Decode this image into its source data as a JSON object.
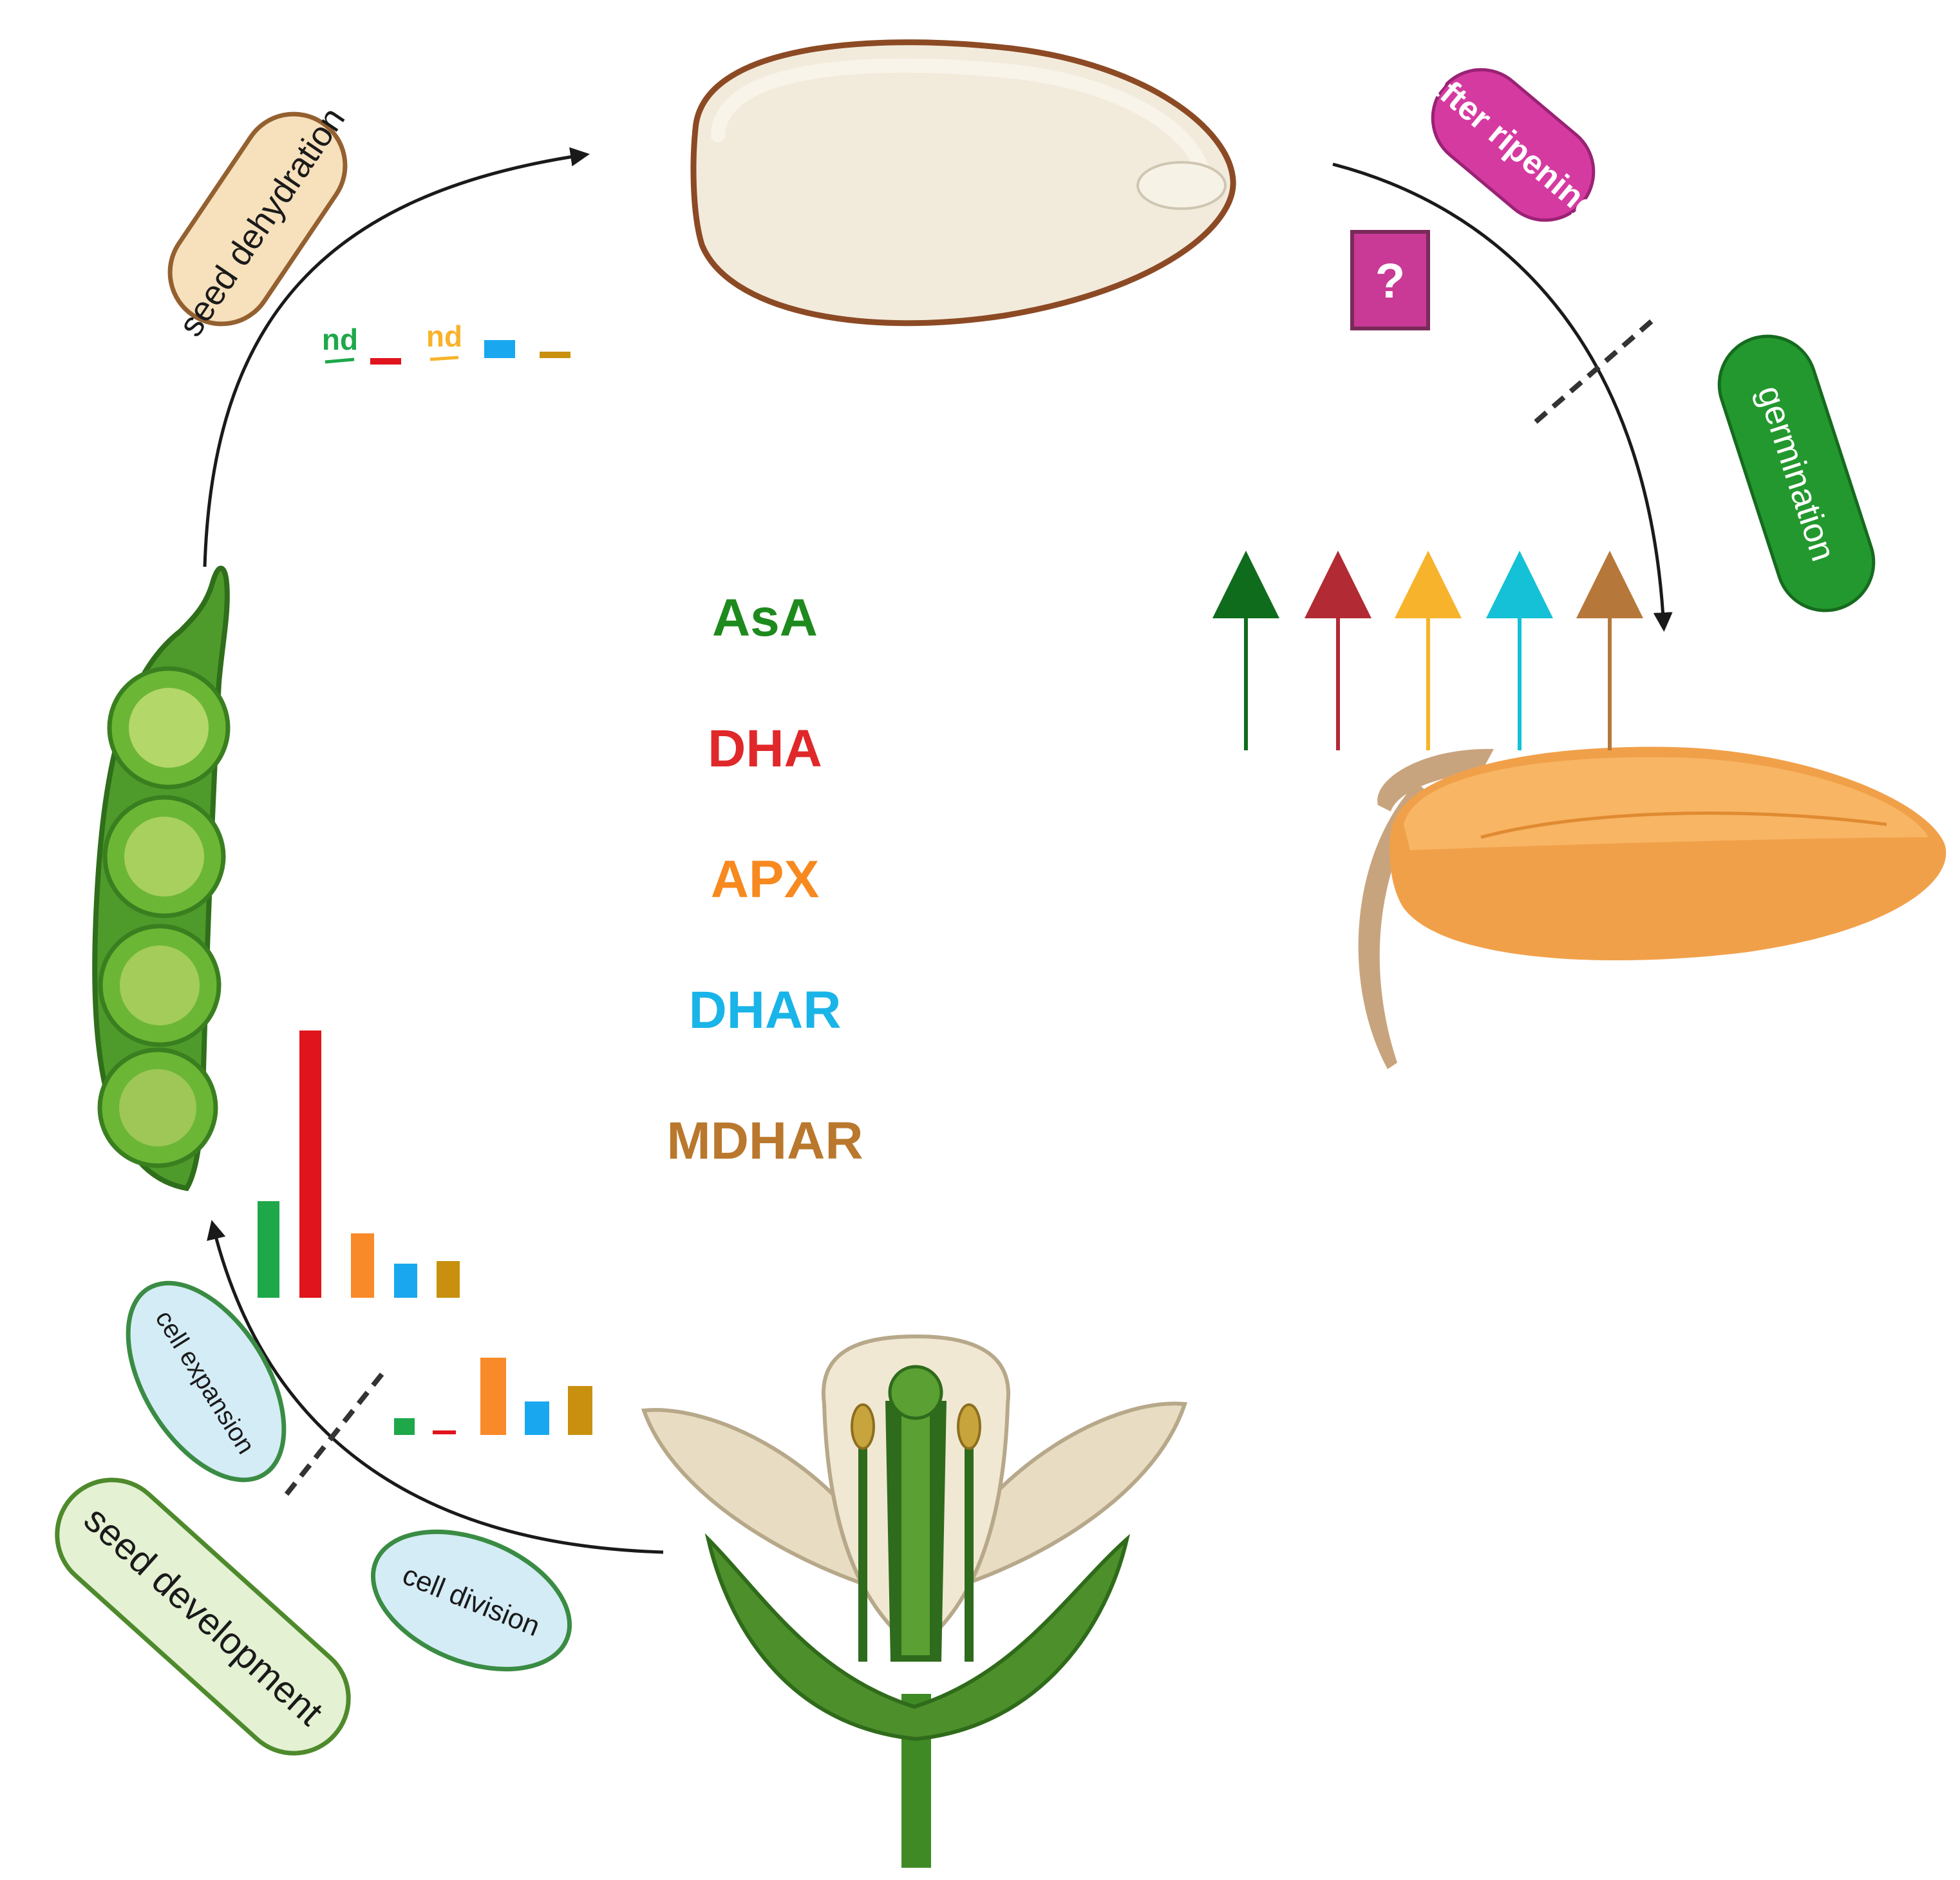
{
  "stages": {
    "seed_dehydration": "seed dehydration",
    "after_ripening": "after ripening",
    "germination": "germination",
    "seed_development": "seed development",
    "cell_expansion": "cell expansion",
    "cell_division": "cell division",
    "unknown_marker": "?"
  },
  "nd_label": "nd",
  "legend": [
    {
      "label": "AsA",
      "color": "#1e8a1e"
    },
    {
      "label": "DHA",
      "color": "#e0282a"
    },
    {
      "label": "APX",
      "color": "#f7891f"
    },
    {
      "label": "DHAR",
      "color": "#19b4e8"
    },
    {
      "label": "MDHAR",
      "color": "#b9782d"
    }
  ],
  "colors": {
    "bar_asa": "#1ea84a",
    "bar_dha": "#e0141c",
    "bar_apx": "#f98a2a",
    "bar_dhar": "#19a8ef",
    "bar_mdhar": "#c8900e",
    "arrow_asa": "#0f6c1c",
    "arrow_dha": "#b22a34",
    "arrow_apx": "#f7b32b",
    "arrow_dhar": "#14c1d6",
    "arrow_mdhar": "#b6783a"
  }
}
